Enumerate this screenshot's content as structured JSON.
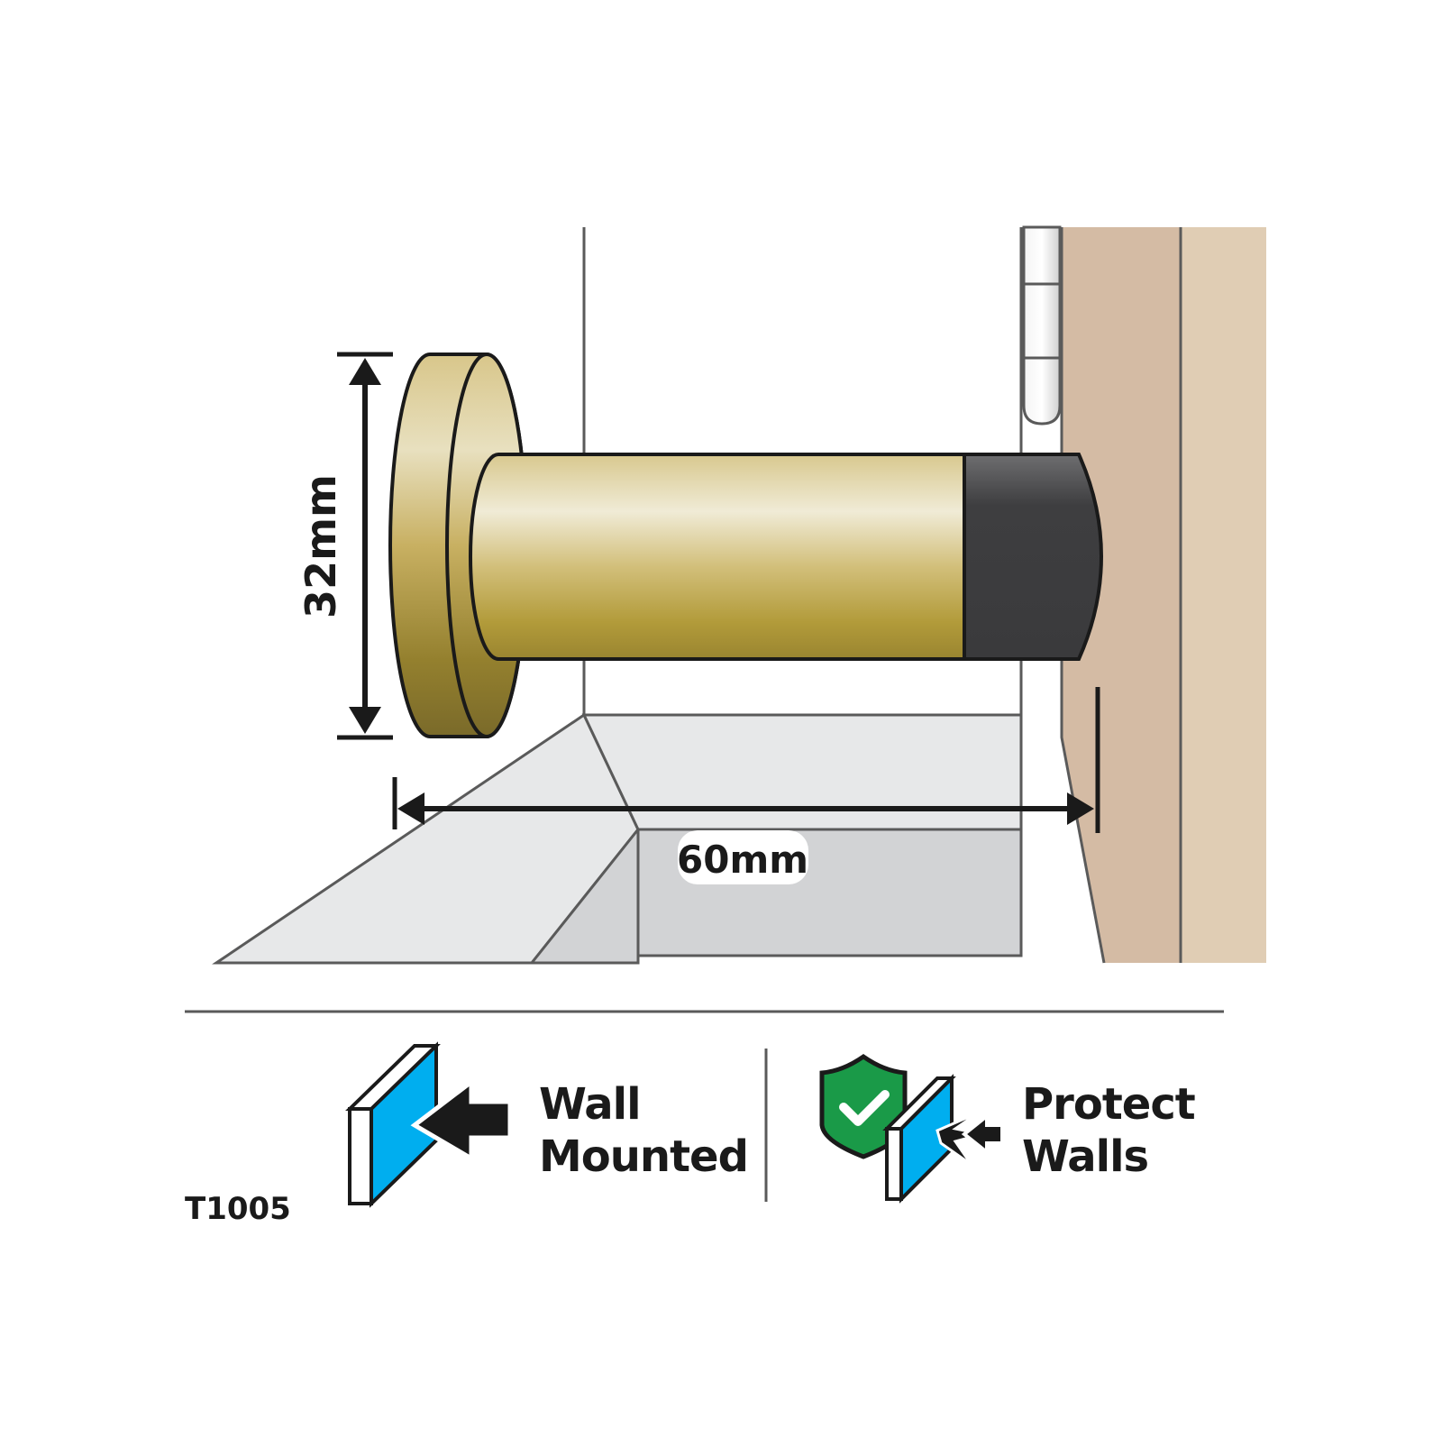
{
  "dimensions": {
    "height_label": "32mm",
    "width_label": "60mm"
  },
  "product_code": "T1005",
  "features": [
    {
      "line1": "Wall",
      "line2": "Mounted",
      "icon": "wall-mount-icon"
    },
    {
      "line1": "Protect",
      "line2": "Walls",
      "icon": "protect-walls-icon"
    }
  ],
  "colors": {
    "brass_light": "#e9e2c0",
    "brass_mid": "#d6c489",
    "brass_dark": "#8a7530",
    "rubber_tip": "#3c3c3e",
    "door_wood": "#d4bba4",
    "door_edge": "#e0cdb4",
    "floor_light": "#e7e8e9",
    "floor_mid": "#d2d3d5",
    "wall_blue": "#00aeef",
    "shield_green": "#1a9a48"
  }
}
